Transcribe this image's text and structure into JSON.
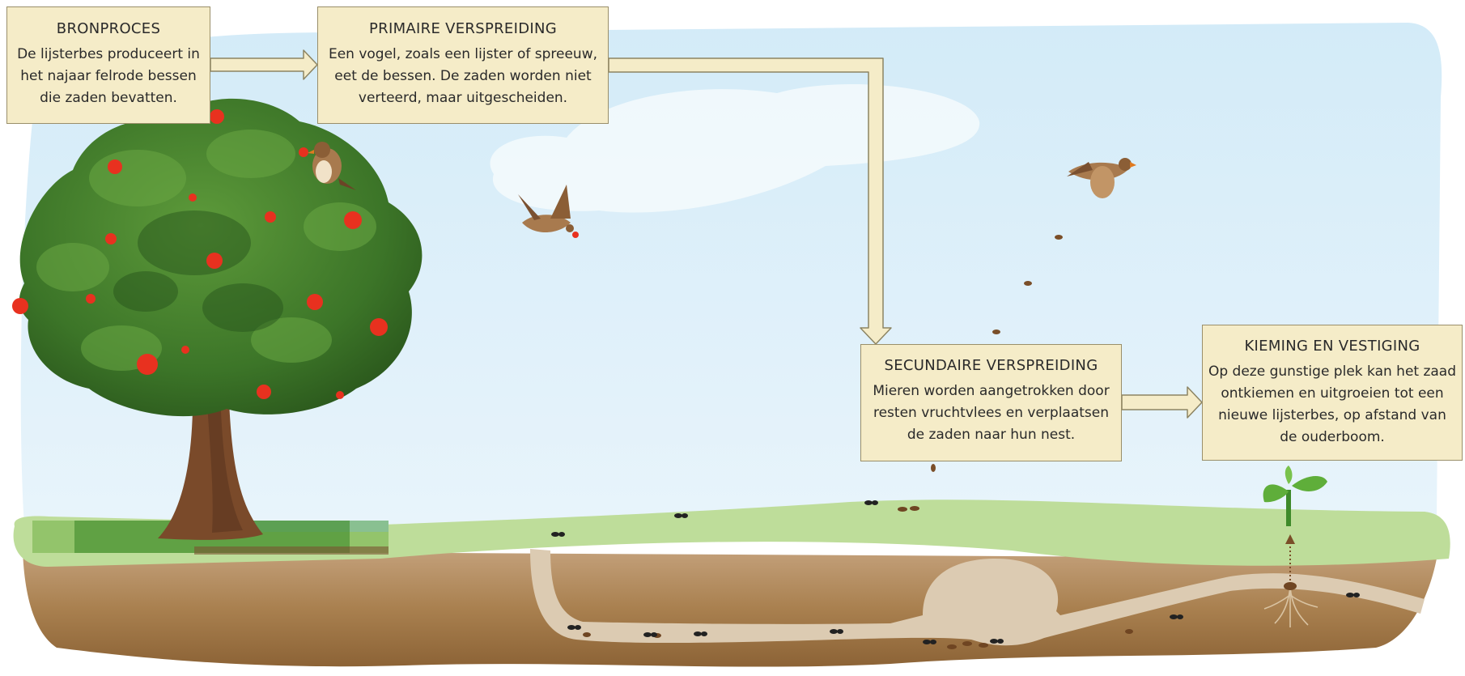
{
  "boxes": {
    "bronproces": {
      "title": "BRONPROCES",
      "text": "De lijsterbes produceert in het najaar felrode bessen die zaden bevatten."
    },
    "primair": {
      "title": "PRIMAIRE VERSPREIDING",
      "text": "Een vogel, zoals een lijster of spreeuw, eet de bessen. De zaden worden niet verteerd, maar uitgescheiden."
    },
    "secundair": {
      "title": "SECUNDAIRE VERSPREIDING",
      "text": "Mieren worden aangetrokken door resten vruchtvlees en verplaatsen de zaden naar hun nest."
    },
    "kieming": {
      "title": "KIEMING EN VESTIGING",
      "text": "Op deze gunstige plek kan het zaad ontkiemen en uitgroeien tot een nieuwe lijsterbes, op afstand van de ouderboom."
    }
  },
  "colors": {
    "box_fill": "#f5ecc8",
    "box_border": "#9a8f6a",
    "sky": "#dceef8",
    "grass": "#bedd9a",
    "soil": "#b08758",
    "tunnel": "#dccbb2",
    "berry": "#e8311f",
    "foliage": "#3f7a2c"
  }
}
